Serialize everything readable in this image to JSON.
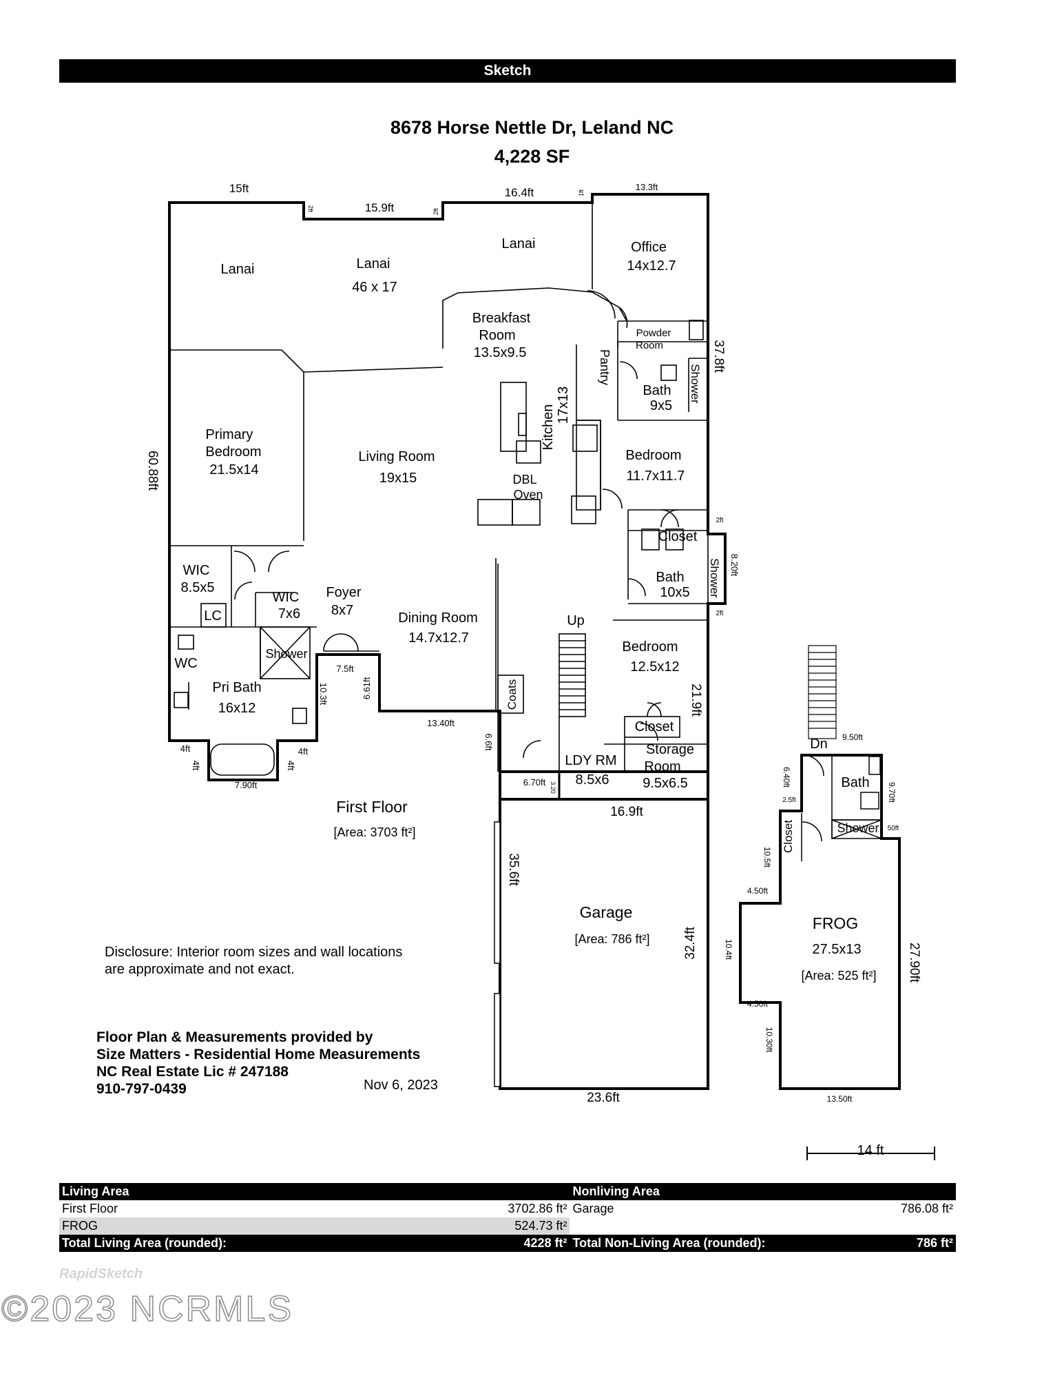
{
  "header": {
    "title": "Sketch"
  },
  "plan": {
    "address": "8678 Horse Nettle Dr, Leland NC",
    "total_sf": "4,228 SF",
    "rooms": {
      "lanai_west": "Lanai",
      "lanai_center": "Lanai",
      "lanai_center_size": "46 x 17",
      "lanai_east": "Lanai",
      "office": "Office",
      "office_size": "14x12.7",
      "breakfast": "Breakfast",
      "breakfast_2": "Room",
      "breakfast_size": "13.5x9.5",
      "powder": "Powder",
      "powder_2": "Room",
      "pantry": "Pantry",
      "bath_1": "Bath",
      "bath_1_size": "9x5",
      "shower_1": "Shower",
      "kitchen": "Kitchen",
      "kitchen_size": "17x13",
      "bedroom_1": "Bedroom",
      "bedroom_1_size": "11.7x11.7",
      "primary_bedroom": "Primary",
      "primary_bedroom_2": "Bedroom",
      "primary_bedroom_size": "21.5x14",
      "living_room": "Living Room",
      "living_room_size": "19x15",
      "dbl_oven": "DBL",
      "dbl_oven_2": "Oven",
      "closet_1": "Closet",
      "bath_2": "Bath",
      "bath_2_size": "10x5",
      "shower_2": "Shower",
      "wic_1": "WIC",
      "wic_1_size": "8.5x5",
      "wic_2": "WIC",
      "wic_2_size": "7x6",
      "foyer": "Foyer",
      "foyer_size": "8x7",
      "dining_room": "Dining Room",
      "dining_room_size": "14.7x12.7",
      "lc": "LC",
      "shower_3": "Shower",
      "wc": "WC",
      "pri_bath": "Pri Bath",
      "pri_bath_size": "16x12",
      "up": "Up",
      "bedroom_2": "Bedroom",
      "bedroom_2_size": "12.5x12",
      "coats": "Coats",
      "closet_2": "Closet",
      "ldy": "LDY RM",
      "ldy_size": "8.5x6",
      "storage": "Storage",
      "storage_2": "Room",
      "storage_size": "9.5x6.5",
      "first_floor": "First Floor",
      "first_floor_area": "[Area: 3703 ft²]",
      "garage": "Garage",
      "garage_area": "[Area: 786 ft²]",
      "dn": "Dn",
      "frog_bath": "Bath",
      "frog_shower": "Shower",
      "frog_closet": "Closet",
      "frog": "FROG",
      "frog_size": "27.5x13",
      "frog_area": "[Area: 525 ft²]"
    },
    "dims": {
      "d_15ft": "15ft",
      "d_2ft_a": "2ft",
      "d_15_9": "15.9ft",
      "d_2ft_b": "2ft",
      "d_16_4": "16.4ft",
      "d_1ft": "1ft",
      "d_13_3": "13.3ft",
      "d_37_8": "37.8ft",
      "d_60_88": "60.88ft",
      "d_2ft_c": "2ft",
      "d_8_20": "8.20ft",
      "d_2ft_d": "2ft",
      "d_7_5": "7.5ft",
      "d_6_61": "6.61ft",
      "d_10_3": "10.3ft",
      "d_21_9": "21.9ft",
      "d_13_40": "13.40ft",
      "d_4ft_a": "4ft",
      "d_4ft_b": "4ft",
      "d_4ft_c": "4ft",
      "d_4ft_d": "4ft",
      "d_7_90": "7.90ft",
      "d_6_6": "6.6ft",
      "d_6_70": "6.70ft",
      "d_3_20": "3.20",
      "d_16_9": "16.9ft",
      "d_35_6": "35.6ft",
      "d_32_4": "32.4ft",
      "d_23_6": "23.6ft",
      "d_9_50": "9.50ft",
      "d_6_40": "6.40ft",
      "d_2_5": "2.5ft",
      "d_9_70": "9.70ft",
      "d_50": "50ft",
      "d_10_5": "10.5ft",
      "d_4_50_a": "4.50ft",
      "d_10_4": "10.4ft",
      "d_27_90": "27.90ft",
      "d_4_50_b": "4.50ft",
      "d_10_30": "10.30ft",
      "d_13_50": "13.50ft"
    },
    "scale_label": "14 ft"
  },
  "disclosure": {
    "line1": "Disclosure:  Interior room sizes and wall locations",
    "line2": "are approximate and not exact."
  },
  "credits": {
    "line1": "Floor Plan & Measurements provided by",
    "line2": "Size Matters - Residential Home Measurements",
    "line3": "NC Real Estate Lic # 247188",
    "line4": "910-797-0439",
    "date": "Nov 6, 2023"
  },
  "area_table": {
    "living_header": "Living Area",
    "nonliving_header": "Nonliving Area",
    "row1_label": "First Floor",
    "row1_value": "3702.86 ft²",
    "row1_nl_label": "Garage",
    "row1_nl_value": "786.08 ft²",
    "row2_label": "FROG",
    "row2_value": "524.73 ft²",
    "total_living_label": "Total Living Area (rounded):",
    "total_living_value": "4228 ft²",
    "total_nonliving_label": "Total Non-Living Area (rounded):",
    "total_nonliving_value": "786 ft²"
  },
  "watermarks": {
    "small": "RapidSketch",
    "big": "©2023 NCRMLS"
  }
}
